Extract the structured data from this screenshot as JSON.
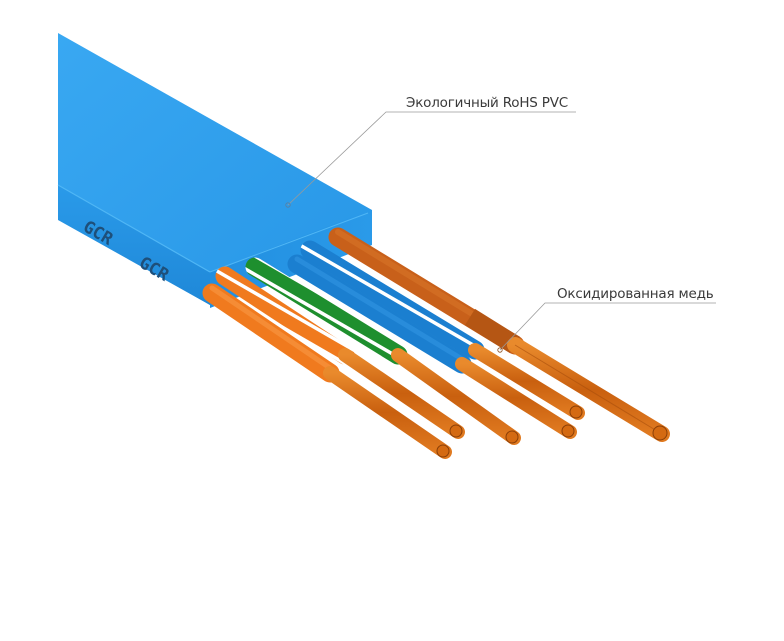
{
  "callouts": {
    "jacket": "Экологичный RoHS PVC",
    "conductor": "Оксидированная медь"
  },
  "cable": {
    "brand_marks": [
      "GCR",
      "GCR"
    ],
    "jacket_color": "#2a9be8",
    "wires": [
      {
        "name": "orange",
        "color": "#f07a1e",
        "stripe": "none"
      },
      {
        "name": "orange-white",
        "color": "#f07a1e",
        "stripe": "#ffffff"
      },
      {
        "name": "green-white",
        "color": "#1e8f2e",
        "stripe": "#ffffff"
      },
      {
        "name": "blue",
        "color": "#1b7fd0",
        "stripe": "none"
      },
      {
        "name": "blue-white",
        "color": "#1b7fd0",
        "stripe": "#ffffff"
      },
      {
        "name": "brown",
        "color": "#c8601a",
        "stripe": "none"
      }
    ],
    "copper_color": "#d46a12"
  },
  "icons": {
    "leader_dot": "leader-dot-icon"
  }
}
